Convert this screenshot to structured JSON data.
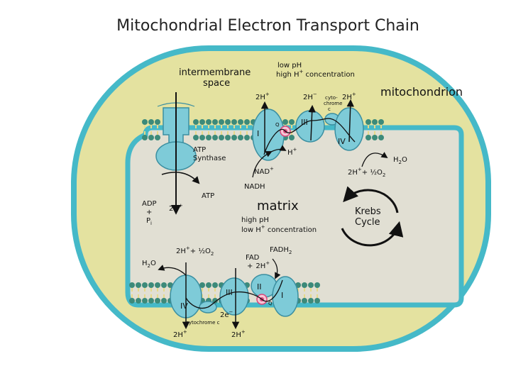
{
  "title": "Mitochondrial Electron Transport Chain",
  "labels": {
    "intermembrane_line1": "intermembrane",
    "intermembrane_line2": "space",
    "mitochondrion": "mitochondrion",
    "matrix": "matrix",
    "low_ph": "low pH",
    "high_h_conc": "high H",
    "high_h_conc_tail": " concentration",
    "high_ph": "high pH",
    "low_h_conc": "low H",
    "low_h_conc_tail": " concentration",
    "krebs_line1": "Krebs",
    "krebs_line2": "Cycle",
    "atp_synthase_line1": "ATP",
    "atp_synthase_line2": "Synthase",
    "atp": "ATP",
    "adp": "ADP",
    "plus": "+",
    "pi": "P",
    "pi_sub": "i",
    "nadh": "NADH",
    "nad": "NAD",
    "fadh2": "FADH",
    "fadh2_sub": "2",
    "fad": "FAD",
    "h2o": "H",
    "h2o_sub": "2",
    "h2o_tail": "O",
    "two_h": "2H",
    "h": "H",
    "two_e": "2e",
    "half_o2": "+ ½O",
    "o2_sub": "2",
    "cytochrome_c": "cytochrome  c",
    "cyto_line1": "cyto-",
    "cyto_line2": "chrome",
    "cyto_line3": "c",
    "sup_plus": "+",
    "sup_minus": "−",
    "complex_1": "I",
    "complex_2": "II",
    "complex_3": "III",
    "complex_4": "IV",
    "q": "Q"
  },
  "colors": {
    "outer_membrane": "#45b9c8",
    "intermembrane": "#e4e2a0",
    "matrix": "#e1dfd3",
    "protein": "#7ecbd8",
    "protein_stroke": "#3b8fa1",
    "lipid_head": "#3c8a7a",
    "ubiquinone": "#d9477a"
  }
}
